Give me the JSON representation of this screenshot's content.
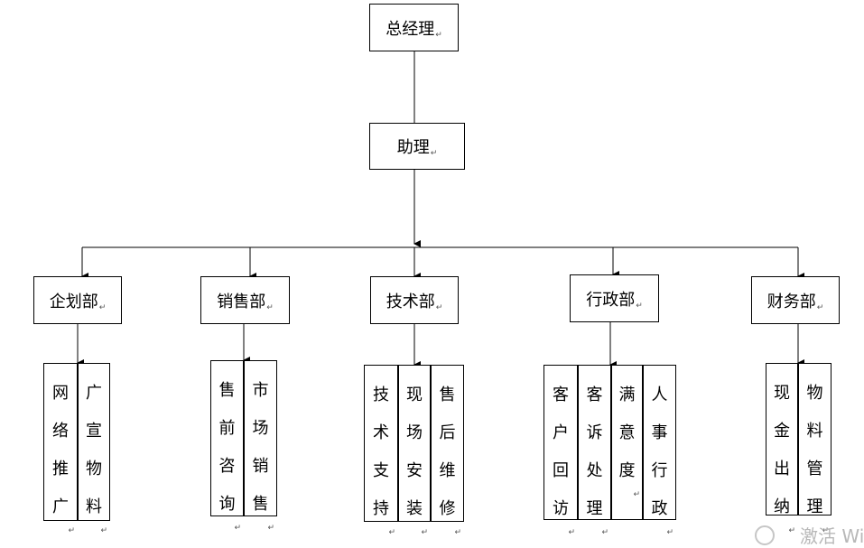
{
  "nodes": {
    "root": "总经理",
    "assistant": "助理",
    "departments": [
      "企划部",
      "销售部",
      "技术部",
      "行政部",
      "财务部"
    ]
  },
  "sub_units": [
    [
      "网络推广",
      "广宣物料"
    ],
    [
      "售前咨询",
      "市场销售"
    ],
    [
      "技术支持",
      "现场安装",
      "售后维修"
    ],
    [
      "客户回访",
      "客诉处理",
      "满意度",
      "人事行政"
    ],
    [
      "现金出纳",
      "物料管理"
    ]
  ],
  "paragraph_mark": "↵",
  "watermark": "激活 Wi"
}
